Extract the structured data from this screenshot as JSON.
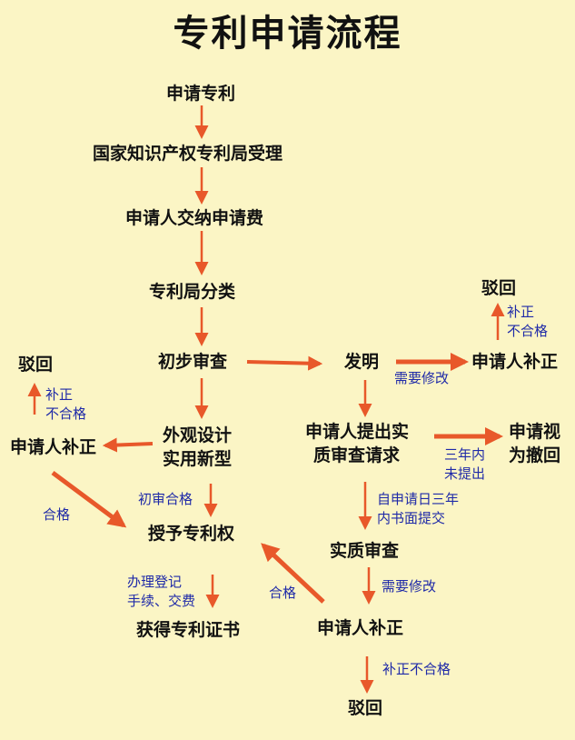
{
  "title": "专利申请流程",
  "nodes": {
    "apply": "申请专利",
    "accept": "国家知识产权专利局受理",
    "fee": "申请人交纳申请费",
    "classify": "专利局分类",
    "prelim": "初步审查",
    "invention": "发明",
    "reject_right_top": "驳回",
    "fix_right_top": "申请人补正",
    "reject_left": "驳回",
    "fix_left": "申请人补正",
    "design_line1": "外观设计",
    "design_line2": "实用新型",
    "request_line1": "申请人提出实",
    "request_line2": "质审查请求",
    "withdraw_line1": "申请视",
    "withdraw_line2": "为撤回",
    "grant": "授予专利权",
    "substantive": "实质审查",
    "certificate": "获得专利证书",
    "fix_bottom": "申请人补正",
    "reject_bottom": "驳回"
  },
  "notes": {
    "fix_fail_right_1": "补正",
    "fix_fail_right_2": "不合格",
    "need_modify_1": "需要修改",
    "fix_fail_left_1": "补正",
    "fix_fail_left_2": "不合格",
    "three_years_1": "三年内",
    "three_years_2": "未提出",
    "pass_left": "合格",
    "prelim_pass": "初审合格",
    "within_1": "自申请日三年",
    "within_2": "内书面提交",
    "register_1": "办理登记",
    "register_2": "手续、交费",
    "pass_bottom": "合格",
    "need_modify_2": "需要修改",
    "fix_fail_bottom": "补正不合格"
  },
  "colors": {
    "background": "#fbf5c5",
    "arrow": "#e8582a",
    "node_text": "#111111",
    "note_text": "#1f2aa8"
  }
}
